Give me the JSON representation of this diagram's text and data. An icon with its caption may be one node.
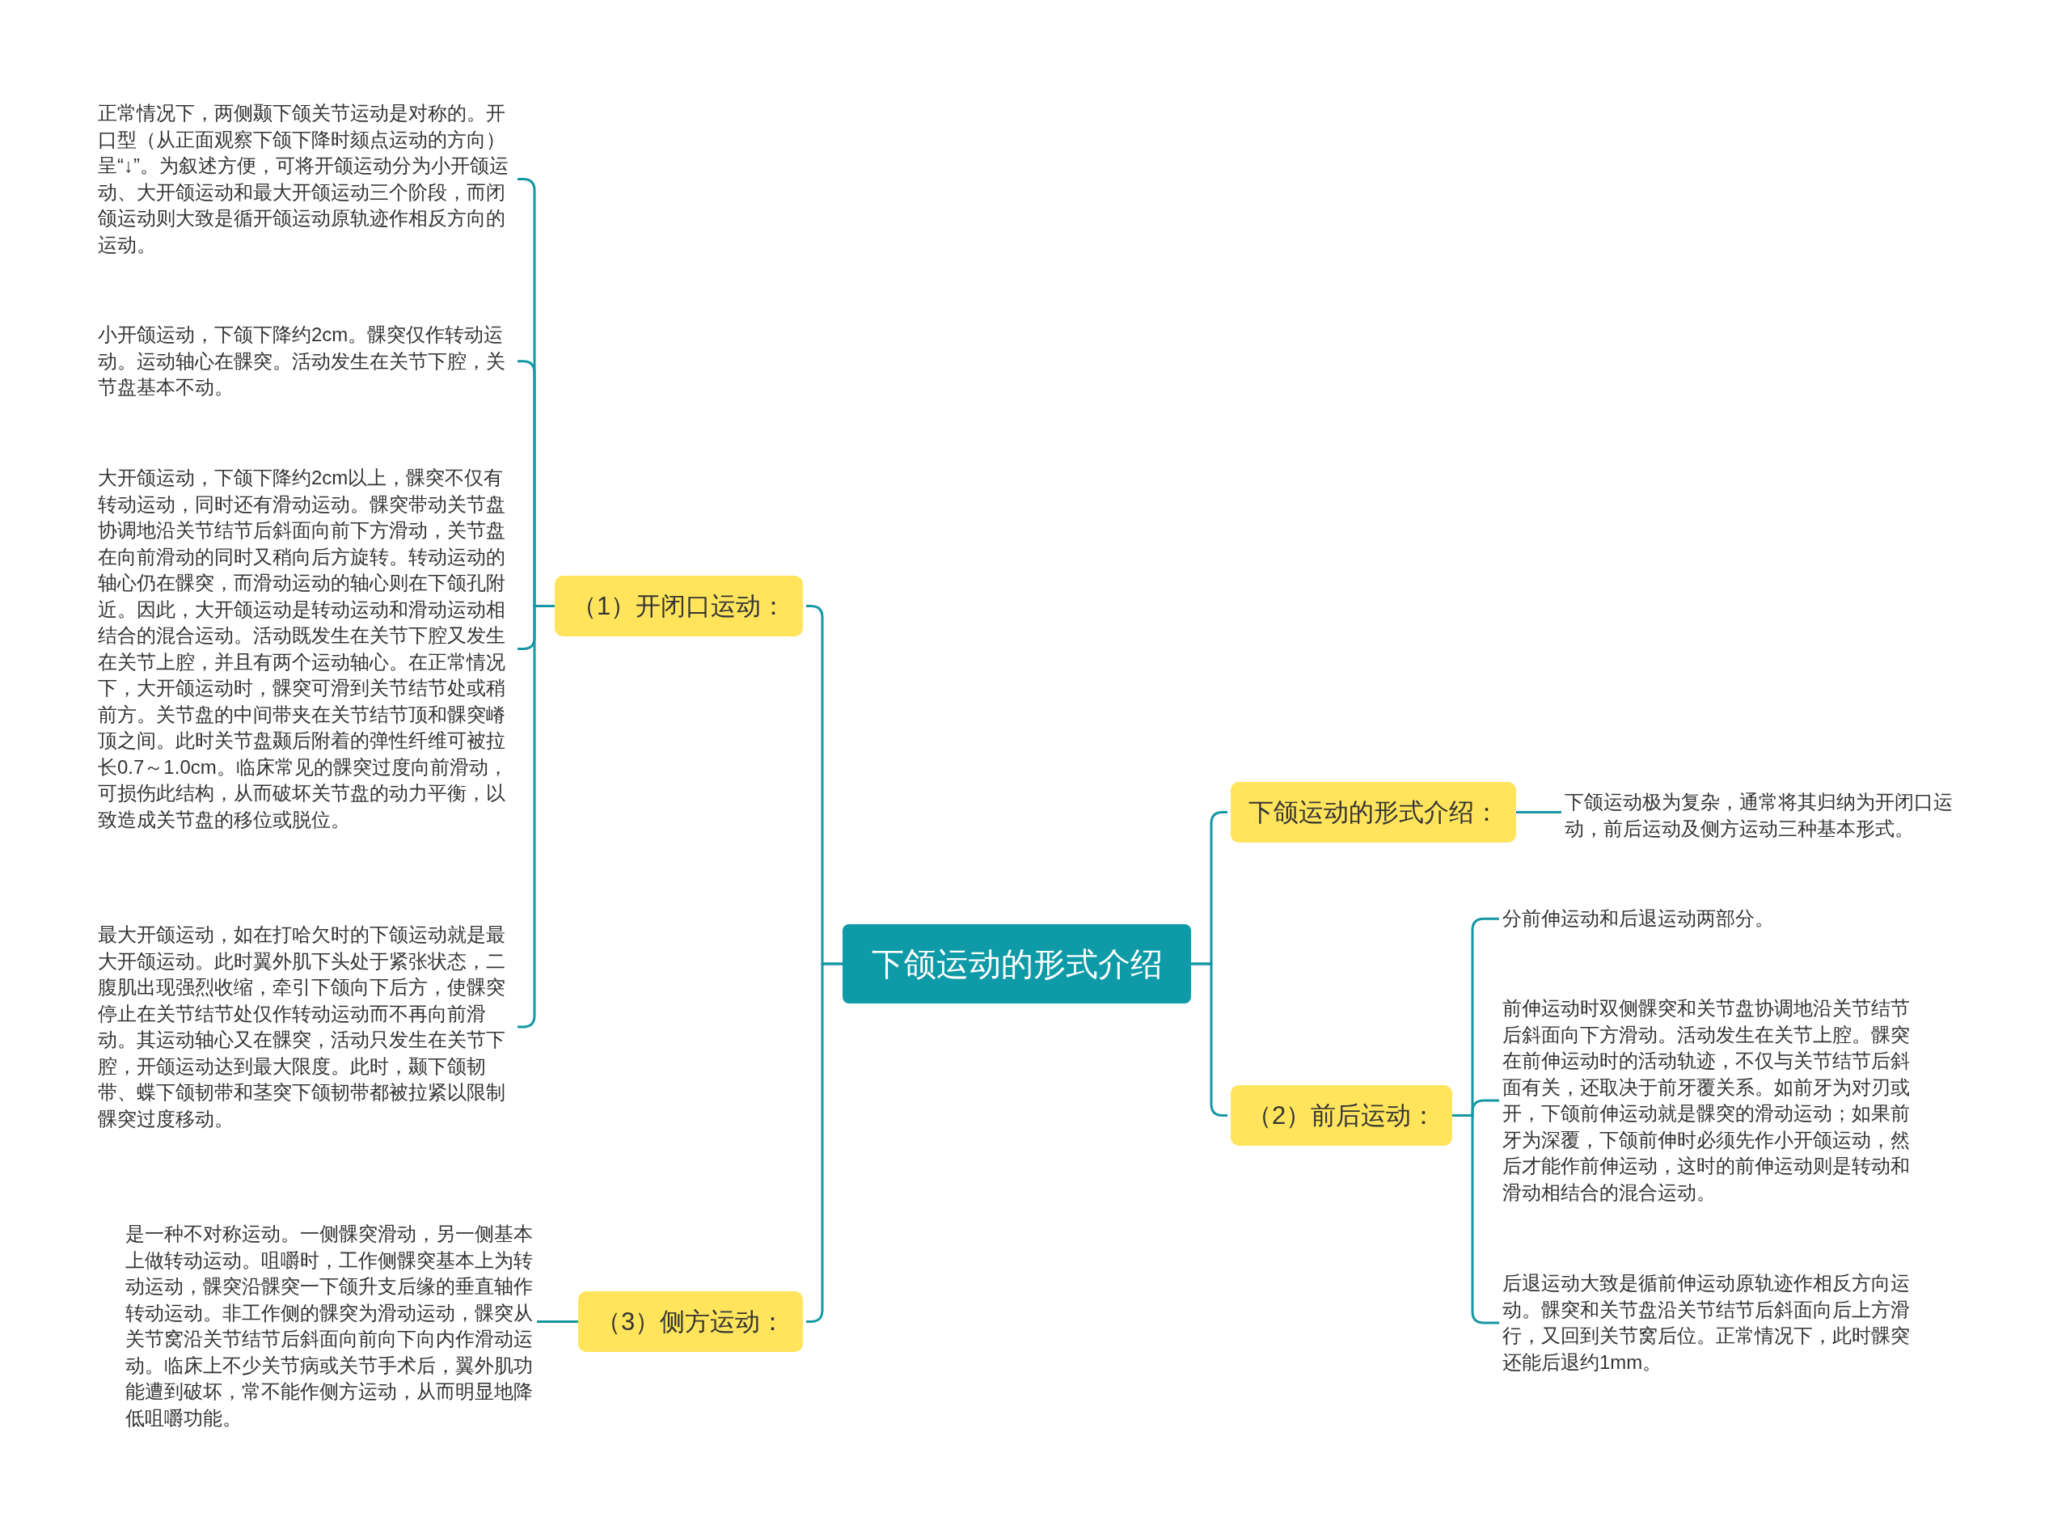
{
  "diagram": {
    "nodes": [
      {
        "text": [
          "下颌运动的形式介绍"
        ]
      },
      {
        "text": [
          "（1）开闭口运动："
        ]
      },
      {
        "text": [
          "正常情况下，两侧颞下颌关节运动是对称的。开口型（从正面观察下颌下降时颏点运动的方向）呈“↓”。为叙述方便，可将开颌运动分为小开颌运动、大开颌运动和最大开颌运动三个阶段，而闭颌运动则大致是循开颌运动原轨迹作相反方向的运动。"
        ]
      },
      {
        "text": [
          "小开颌运动，下颌下降约2cm。髁突仅作转动运动。运动轴心在髁突。活动发生在关节下腔，关节盘基本不动。"
        ]
      },
      {
        "text": [
          "大开颌运动，下颌下降约2cm以上，髁突不仅有转动运动，同时还有滑动运动。髁突带动关节盘协调地沿关节结节后斜面向前下方滑动，关节盘在向前滑动的同时又稍向后方旋转。转动运动的轴心仍在髁突，而滑动运动的轴心则在下颌孔附近。因此，大开颌运动是转动运动和滑动运动相结合的混合运动。活动既发生在关节下腔又发生在关节上腔，并且有两个运动轴心。在正常情况下，大开颌运动时，髁突可滑到关节结节处或稍前方。关节盘的中间带夹在关节结节顶和髁突嵴顶之间。此时关节盘颞后附着的弹性纤维可被拉长0.7～1.0cm。临床常见的髁突过度向前滑动，可损伤此结构，从而破坏关节盘的动力平衡，以致造成关节盘的移位或脱位。"
        ]
      },
      {
        "text": [
          "最大开颌运动，如在打哈欠时的下颌运动就是最大开颌运动。此时翼外肌下头处于紧张状态，二腹肌出现强烈收缩，牵引下颌向下后方，使髁突停止在关节结节处仅作转动运动而不再向前滑动。其运动轴心又在髁突，活动只发生在关节下腔，开颌运动达到最大限度。此时，颞下颌韧带、蝶下颌韧带和茎突下颌韧带都被拉紧以限制髁突过度移动。"
        ]
      },
      {
        "text": [
          "（3）侧方运动："
        ]
      },
      {
        "text": [
          "是一种不对称运动。一侧髁突滑动，另一侧基本上做转动运动。咀嚼时，工作侧髁突基本上为转动运动，髁突沿髁突一下颌升支后缘的垂直轴作转动运动。非工作侧的髁突为滑动运动，髁突从关节窝沿关节结节后斜面向前向下向内作滑动运动。临床上不少关节病或关节手术后，翼外肌功能遭到破坏，常不能作侧方运动，从而明显地降低咀嚼功能。"
        ]
      },
      {
        "text": [
          "下颌运动的形式介绍："
        ]
      },
      {
        "text": [
          "下颌运动极为复杂，通常将其归纳为开闭口运动，前后运动及侧方运动三种基本形式。"
        ]
      },
      {
        "text": [
          "（2）前后运动："
        ]
      },
      {
        "text": [
          "分前伸运动和后退运动两部分。"
        ]
      },
      {
        "text": [
          "前伸运动时双侧髁突和关节盘协调地沿关节结节后斜面向下方滑动。活动发生在关节上腔。髁突在前伸运动时的活动轨迹，不仅与关节结节后斜面有关，还取决于前牙覆关系。如前牙为对刃或开，下颌前伸运动就是髁突的滑动运动；如果前牙为深覆，下颌前伸时必须先作小开颌运动，然后才能作前伸运动，这时的前伸运动则是转动和滑动相结合的混合运动。"
        ]
      },
      {
        "text": [
          "后退运动大致是循前伸运动原轨迹作相反方向运动。髁突和关节盘沿关节结节后斜面向后上方滑行，又回到关节窝后位。正常情况下，此时髁突还能后退约1mm。"
        ]
      }
    ],
    "edges": [
      {
        "from": 0,
        "to": 1,
        "arrow": "none"
      },
      {
        "from": 0,
        "to": 6,
        "arrow": "none"
      },
      {
        "from": 0,
        "to": 8,
        "arrow": "none"
      },
      {
        "from": 0,
        "to": 10,
        "arrow": "none"
      },
      {
        "from": 1,
        "to": 2,
        "arrow": "none"
      },
      {
        "from": 1,
        "to": 3,
        "arrow": "none"
      },
      {
        "from": 1,
        "to": 4,
        "arrow": "none"
      },
      {
        "from": 1,
        "to": 5,
        "arrow": "none"
      },
      {
        "from": 6,
        "to": 7,
        "arrow": "none"
      },
      {
        "from": 8,
        "to": 9,
        "arrow": "none"
      },
      {
        "from": 10,
        "to": 11,
        "arrow": "none"
      },
      {
        "from": 10,
        "to": 12,
        "arrow": "none"
      },
      {
        "from": 10,
        "to": 13,
        "arrow": "none"
      }
    ]
  }
}
